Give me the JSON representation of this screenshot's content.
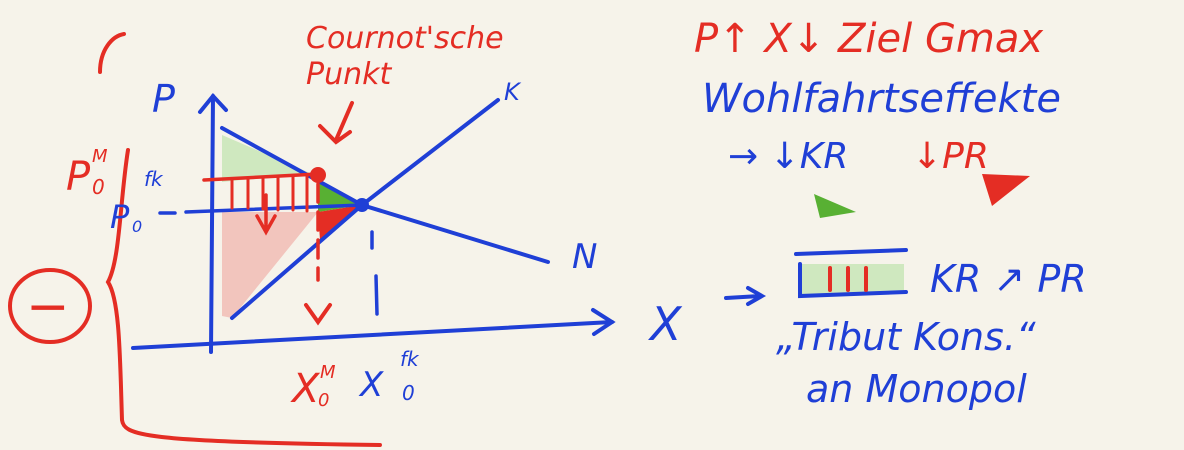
{
  "colors": {
    "background": "#f6f3ea",
    "blue": "#1f3fd6",
    "red": "#e42d24",
    "green_fill": "#cfe8bf",
    "green_solid": "#58b033",
    "pink_fill": "#f2c5bd"
  },
  "diagram": {
    "axis_y_label": "P",
    "axis_x_label": "X",
    "curve_k_label": "K",
    "curve_n_label": "N",
    "cournot_label_line1": "Cournot'sche",
    "cournot_label_line2": "Punkt",
    "price_monopoly": "P",
    "price_monopoly_sub": "0",
    "price_monopoly_sup": "M",
    "price_fk": "fk",
    "price_competition": "P",
    "price_competition_sub": "0",
    "qty_monopoly": "X",
    "qty_monopoly_sub": "0",
    "qty_monopoly_sup": "M",
    "qty_fk": "X",
    "qty_fk_sub": "0",
    "qty_fk_sup": "fk",
    "minus_sign": "−"
  },
  "notes": {
    "line1": "P↑ X↓ Ziel Gmax",
    "line2": "Wohlfahrtseffekte",
    "line3_arrow": "→ ↓KR",
    "line3_pr": "↓PR",
    "line4_arrow": "X →",
    "line4_text": "KR ↗ PR",
    "line5": "„Tribut Kons.“",
    "line6": "an Monopol"
  }
}
